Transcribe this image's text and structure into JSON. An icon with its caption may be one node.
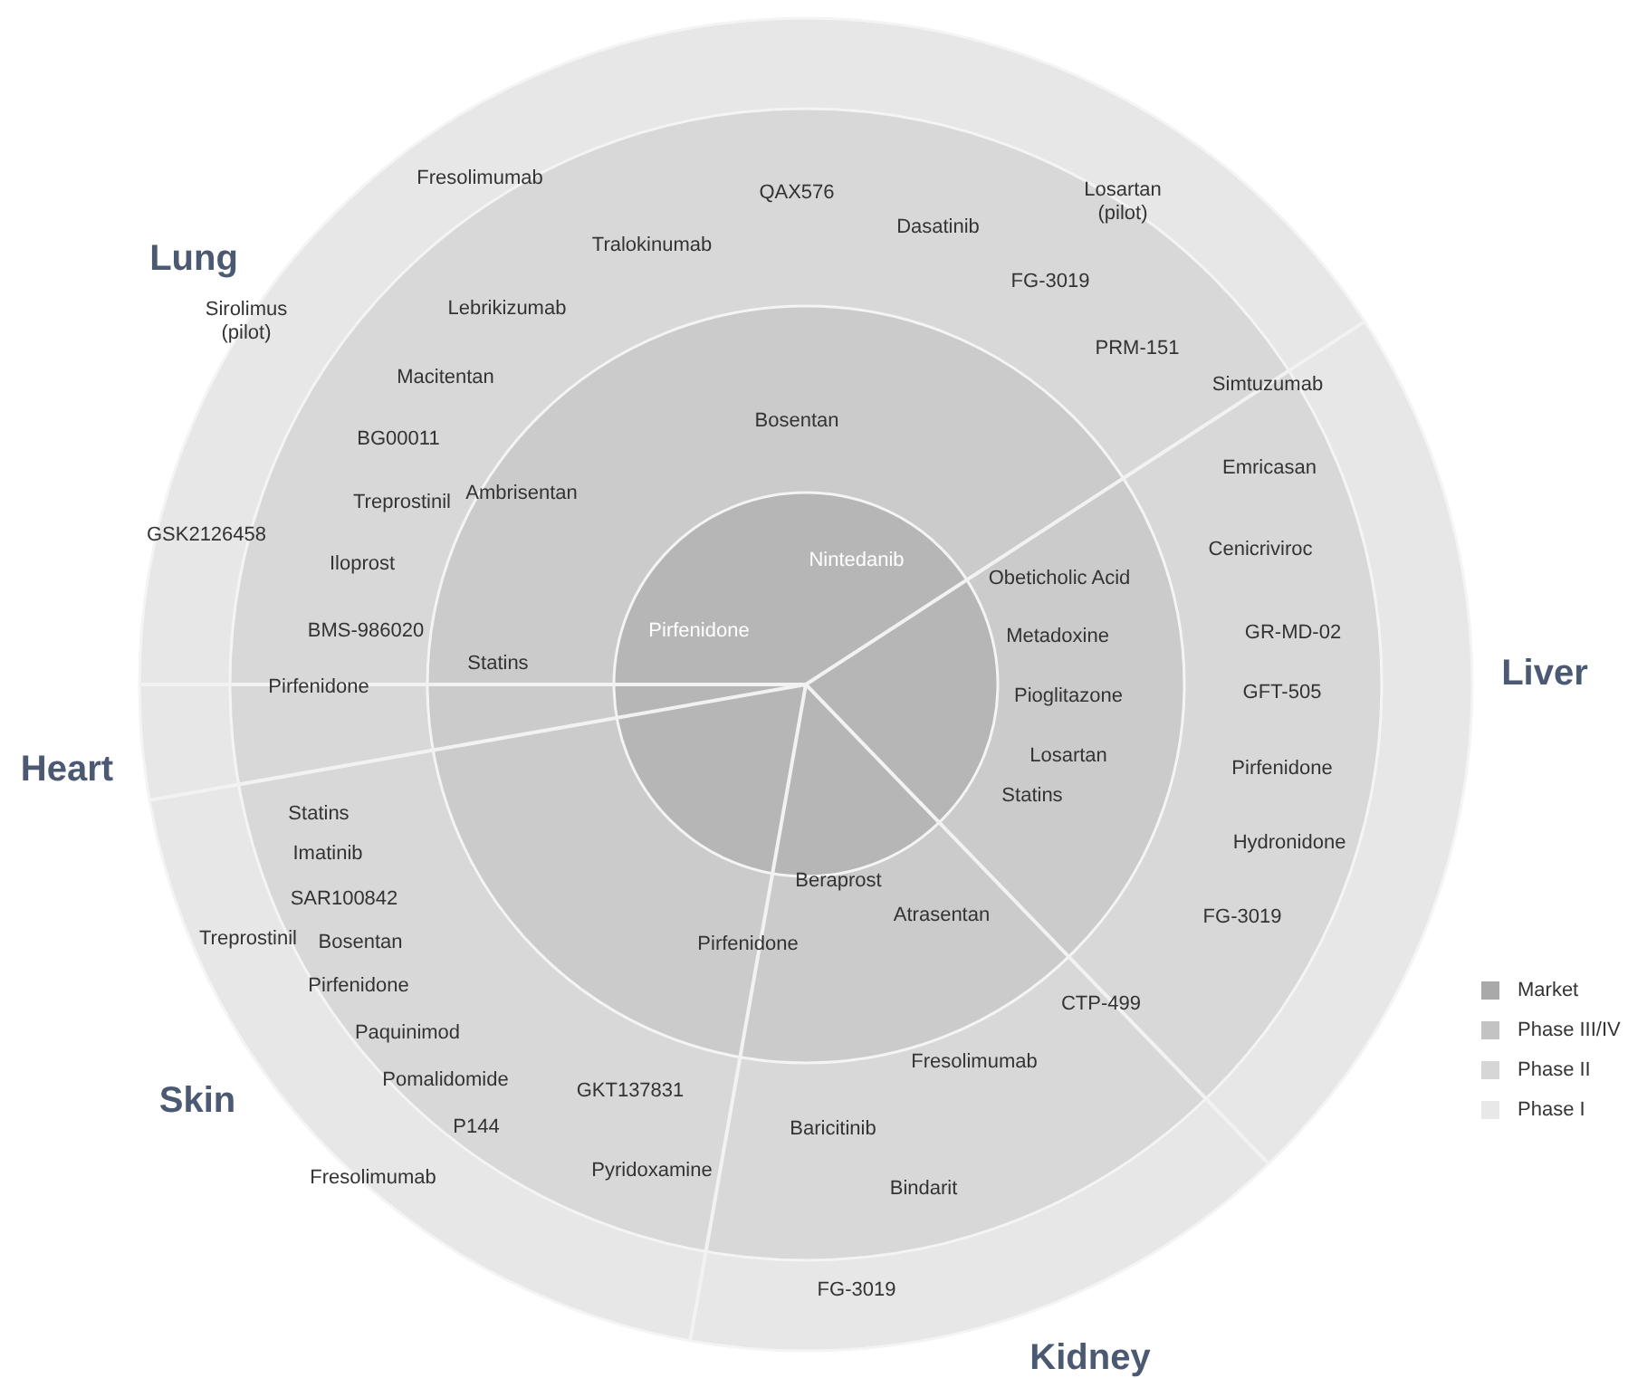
{
  "diagram": {
    "labels": [
      "Fresolimumab",
      "Losartan (pilot)",
      "QAX576",
      "Dasatinib",
      "Tralokinumab",
      "Lung",
      "FG-3019",
      "Lebrikizumab",
      "Sirolimus (pilot)",
      "PRM-151",
      "Macitentan",
      "Simtuzumab",
      "Bosentan",
      "BG00011",
      "Ambrisentan",
      "Emricasan",
      "Treprostinil",
      "GSK2126458",
      "Iloprost",
      "Nintedanib",
      "Cenicriviroc",
      "Obeticholic Acid",
      "BMS-986020",
      "Pirfenidone",
      "Metadoxine",
      "GR-MD-02",
      "Liver",
      "Statins",
      "Pirfenidone",
      "Pioglitazone",
      "GFT-505",
      "Heart",
      "Losartan",
      "Pirfenidone",
      "Statins",
      "Statins",
      "Imatinib",
      "Hydronidone",
      "SAR100842",
      "Beraprost",
      "Atrasentan",
      "Treprostinil",
      "Bosentan",
      "FG-3019",
      "Pirfenidone",
      "Pirfenidone",
      "Paquinimod",
      "CTP-499",
      "Pomalidomide",
      "Fresolimumab",
      "GKT137831",
      "Skin",
      "P144",
      "Baricitinib",
      "Fresolimumab",
      "Pyridoxamine",
      "Bindarit",
      "FG-3019",
      "Kidney"
    ],
    "legend": [
      {
        "text": "Market",
        "color": "#a9a9a9"
      },
      {
        "text": "Phase III/IV",
        "color": "#c3c3c3"
      },
      {
        "text": "Phase II",
        "color": "#d6d6d6"
      },
      {
        "text": "Phase I",
        "color": "#e8e8e8"
      }
    ]
  }
}
